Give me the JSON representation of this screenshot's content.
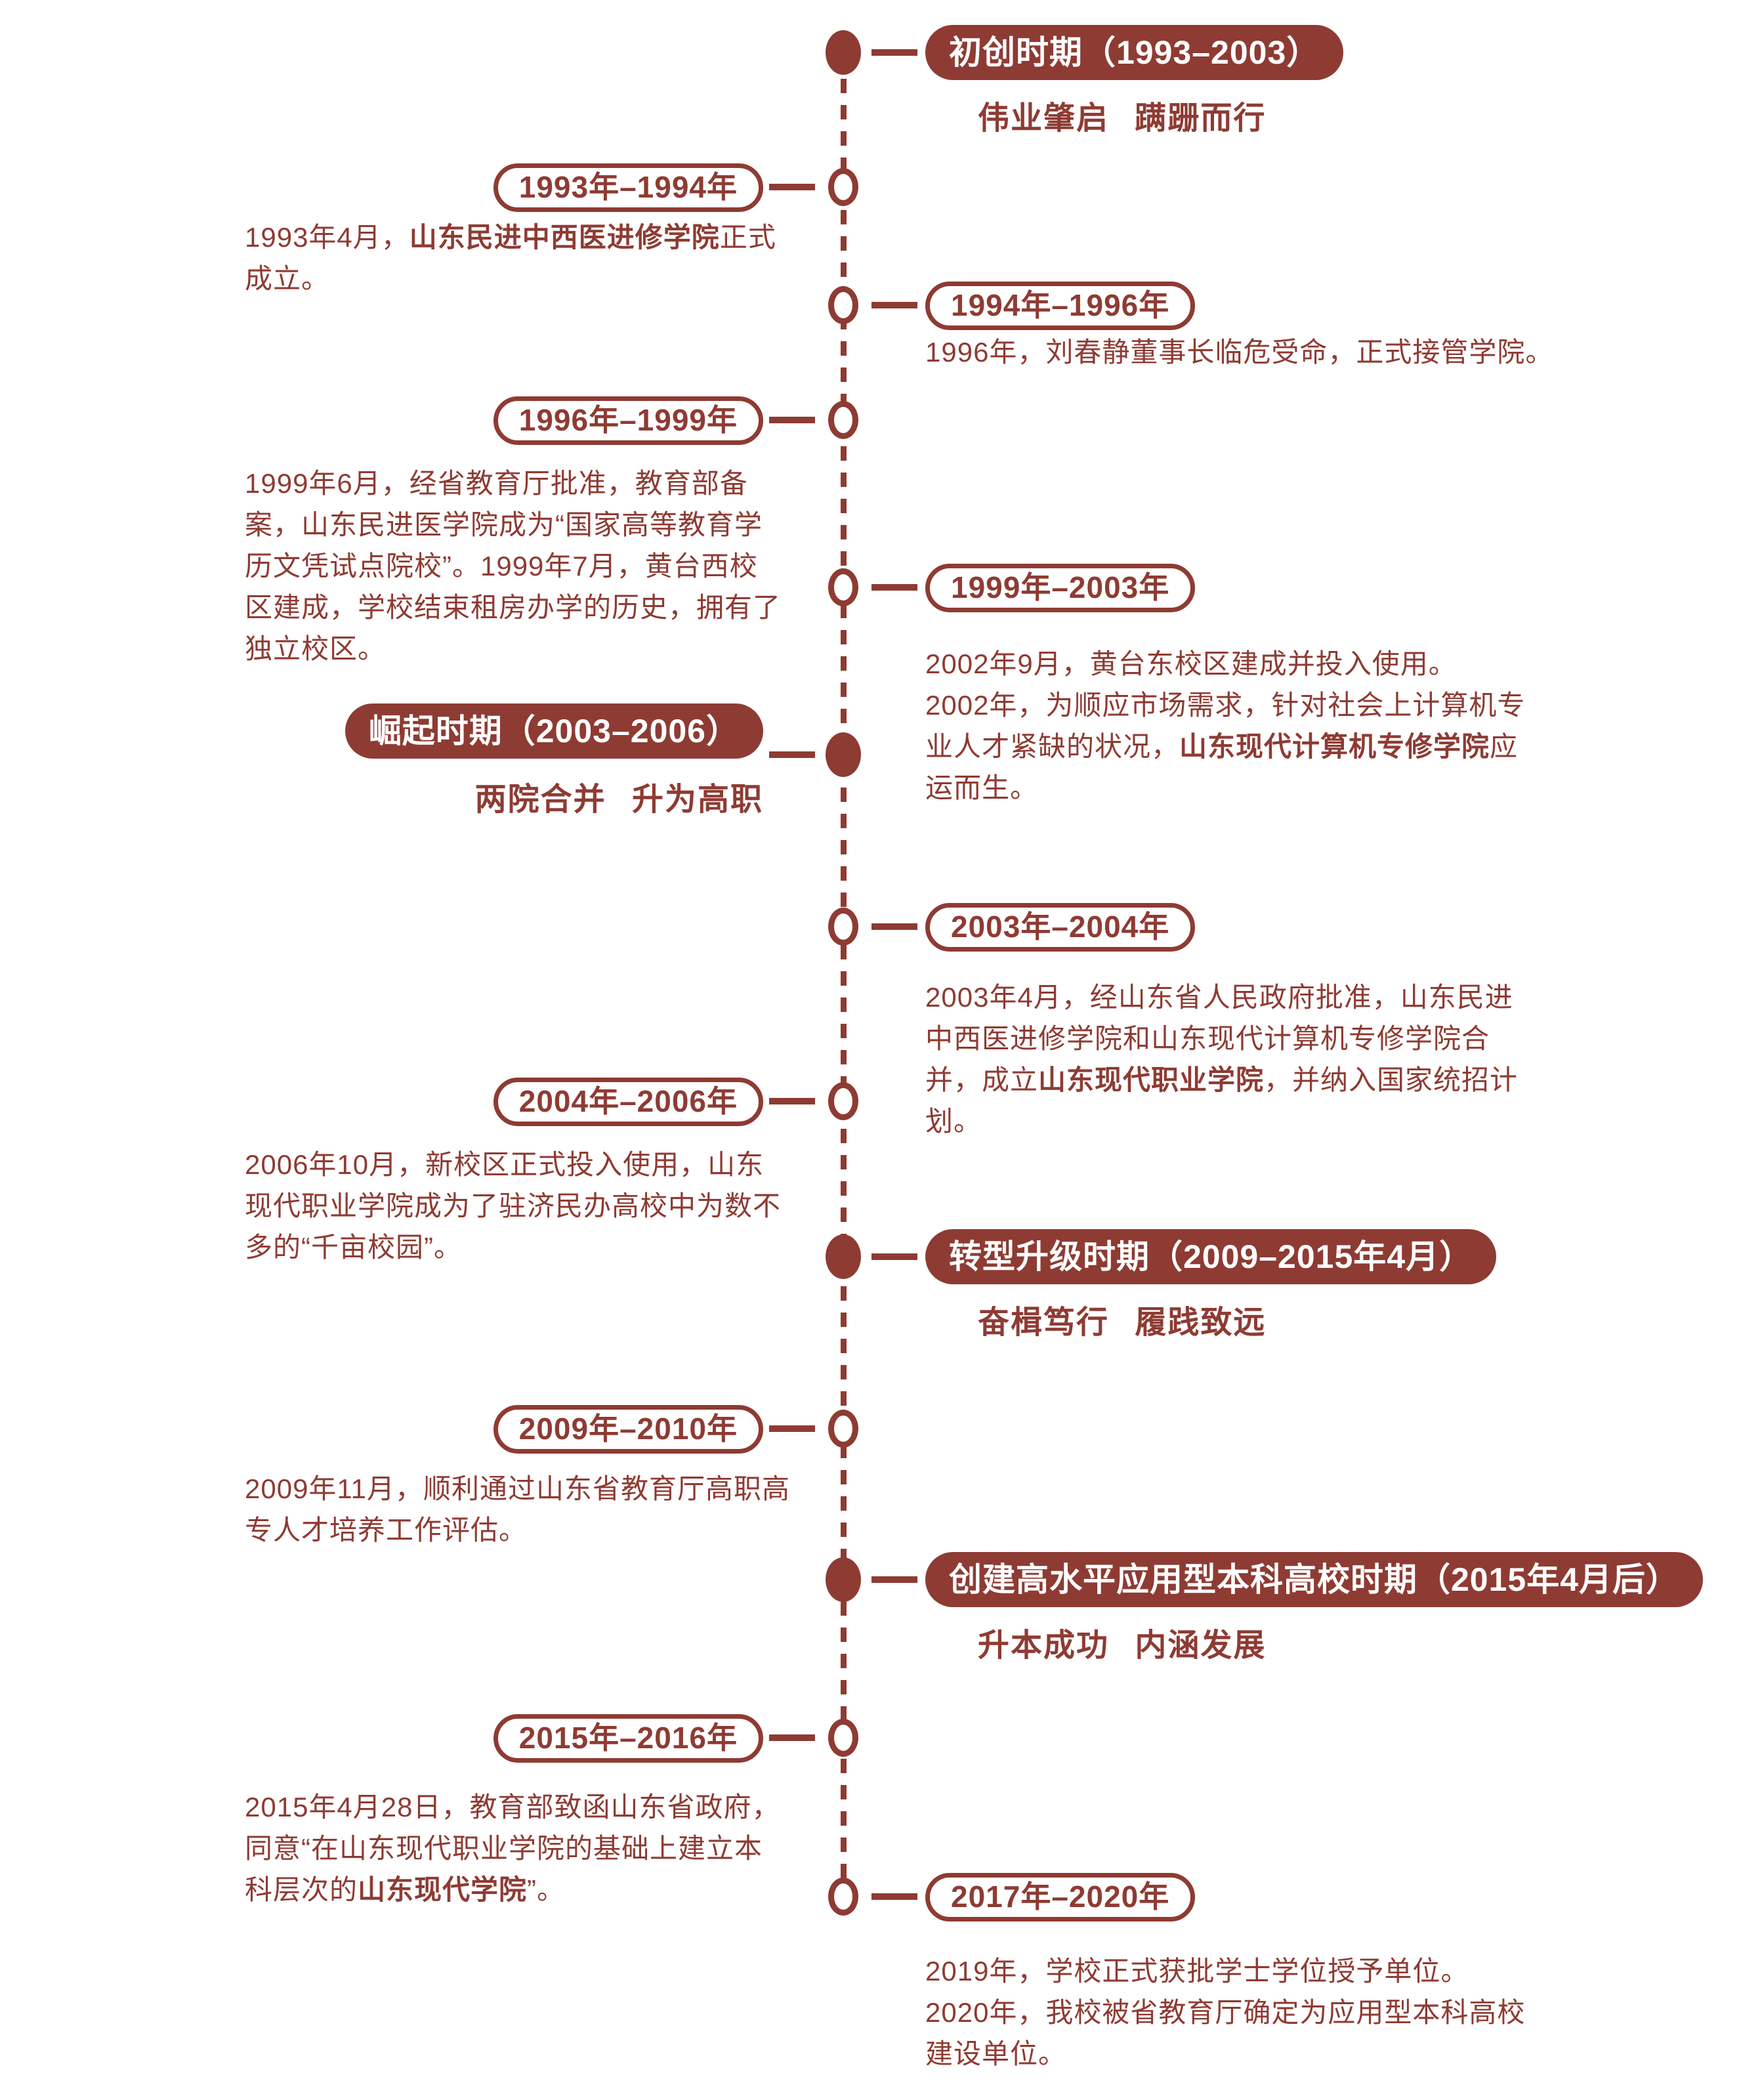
{
  "theme": {
    "accent_color": "#8E3B33",
    "background_color": "#FFFFFF",
    "badge_text_color": "#FFFFFF"
  },
  "items": [
    {
      "type": "era",
      "side": "right",
      "badge": "初创时期（1993–2003）",
      "subtitle": "伟业肇启 蹒跚而行"
    },
    {
      "type": "range",
      "side": "left",
      "badge": "1993年–1994年",
      "desc": [
        {
          "t": "1993年4月，"
        },
        {
          "t": "山东民进中西医进修学院",
          "b": true
        },
        {
          "t": "正式\n成立。"
        }
      ]
    },
    {
      "type": "range",
      "side": "right",
      "badge": "1994年–1996年",
      "desc": [
        {
          "t": "1996年，刘春静董事长临危受命，正式接管学院。"
        }
      ]
    },
    {
      "type": "range",
      "side": "left",
      "badge": "1996年–1999年",
      "desc": [
        {
          "t": "1999年6月，经省教育厅批准，教育部备\n案，山东民进医学院成为“国家高等教育学\n历文凭试点院校”。1999年7月，黄台西校\n区建成，学校结束租房办学的历史，拥有了\n独立校区。"
        }
      ]
    },
    {
      "type": "range",
      "side": "right",
      "badge": "1999年–2003年",
      "desc": [
        {
          "t": "2002年9月，黄台东校区建成并投入使用。\n2002年，为顺应市场需求，针对社会上计算机专\n业人才紧缺的状况，"
        },
        {
          "t": "山东现代计算机专修学院",
          "b": true
        },
        {
          "t": "应\n运而生。"
        }
      ]
    },
    {
      "type": "era",
      "side": "left",
      "badge": "崛起时期（2003–2006）",
      "subtitle": "两院合并 升为高职"
    },
    {
      "type": "range",
      "side": "right",
      "badge": "2003年–2004年",
      "desc": [
        {
          "t": "2003年4月，经山东省人民政府批准，山东民进\n中西医进修学院和山东现代计算机专修学院合\n并，成立"
        },
        {
          "t": "山东现代职业学院",
          "b": true
        },
        {
          "t": "，并纳入国家统招计\n划。"
        }
      ]
    },
    {
      "type": "range",
      "side": "left",
      "badge": "2004年–2006年",
      "desc": [
        {
          "t": "2006年10月，新校区正式投入使用，山东\n现代职业学院成为了驻济民办高校中为数不\n多的“千亩校园”。"
        }
      ]
    },
    {
      "type": "era",
      "side": "right",
      "badge": "转型升级时期（2009–2015年4月）",
      "subtitle": "奋楫笃行 履践致远"
    },
    {
      "type": "range",
      "side": "left",
      "badge": "2009年–2010年",
      "desc": [
        {
          "t": "2009年11月，顺利通过山东省教育厅高职高\n专人才培养工作评估。"
        }
      ]
    },
    {
      "type": "era",
      "side": "right",
      "badge": "创建高水平应用型本科高校时期（2015年4月后）",
      "subtitle": "升本成功 内涵发展"
    },
    {
      "type": "range",
      "side": "left",
      "badge": "2015年–2016年",
      "desc": [
        {
          "t": "2015年4月28日，教育部致函山东省政府，\n同意“在山东现代职业学院的基础上建立本\n科层次的"
        },
        {
          "t": "山东现代学院",
          "b": true
        },
        {
          "t": "”。"
        }
      ]
    },
    {
      "type": "range",
      "side": "right",
      "badge": "2017年–2020年",
      "desc": [
        {
          "t": "2019年，学校正式获批学士学位授予单位。\n2020年，我校被省教育厅确定为应用型本科高校\n建设单位。"
        }
      ]
    }
  ]
}
